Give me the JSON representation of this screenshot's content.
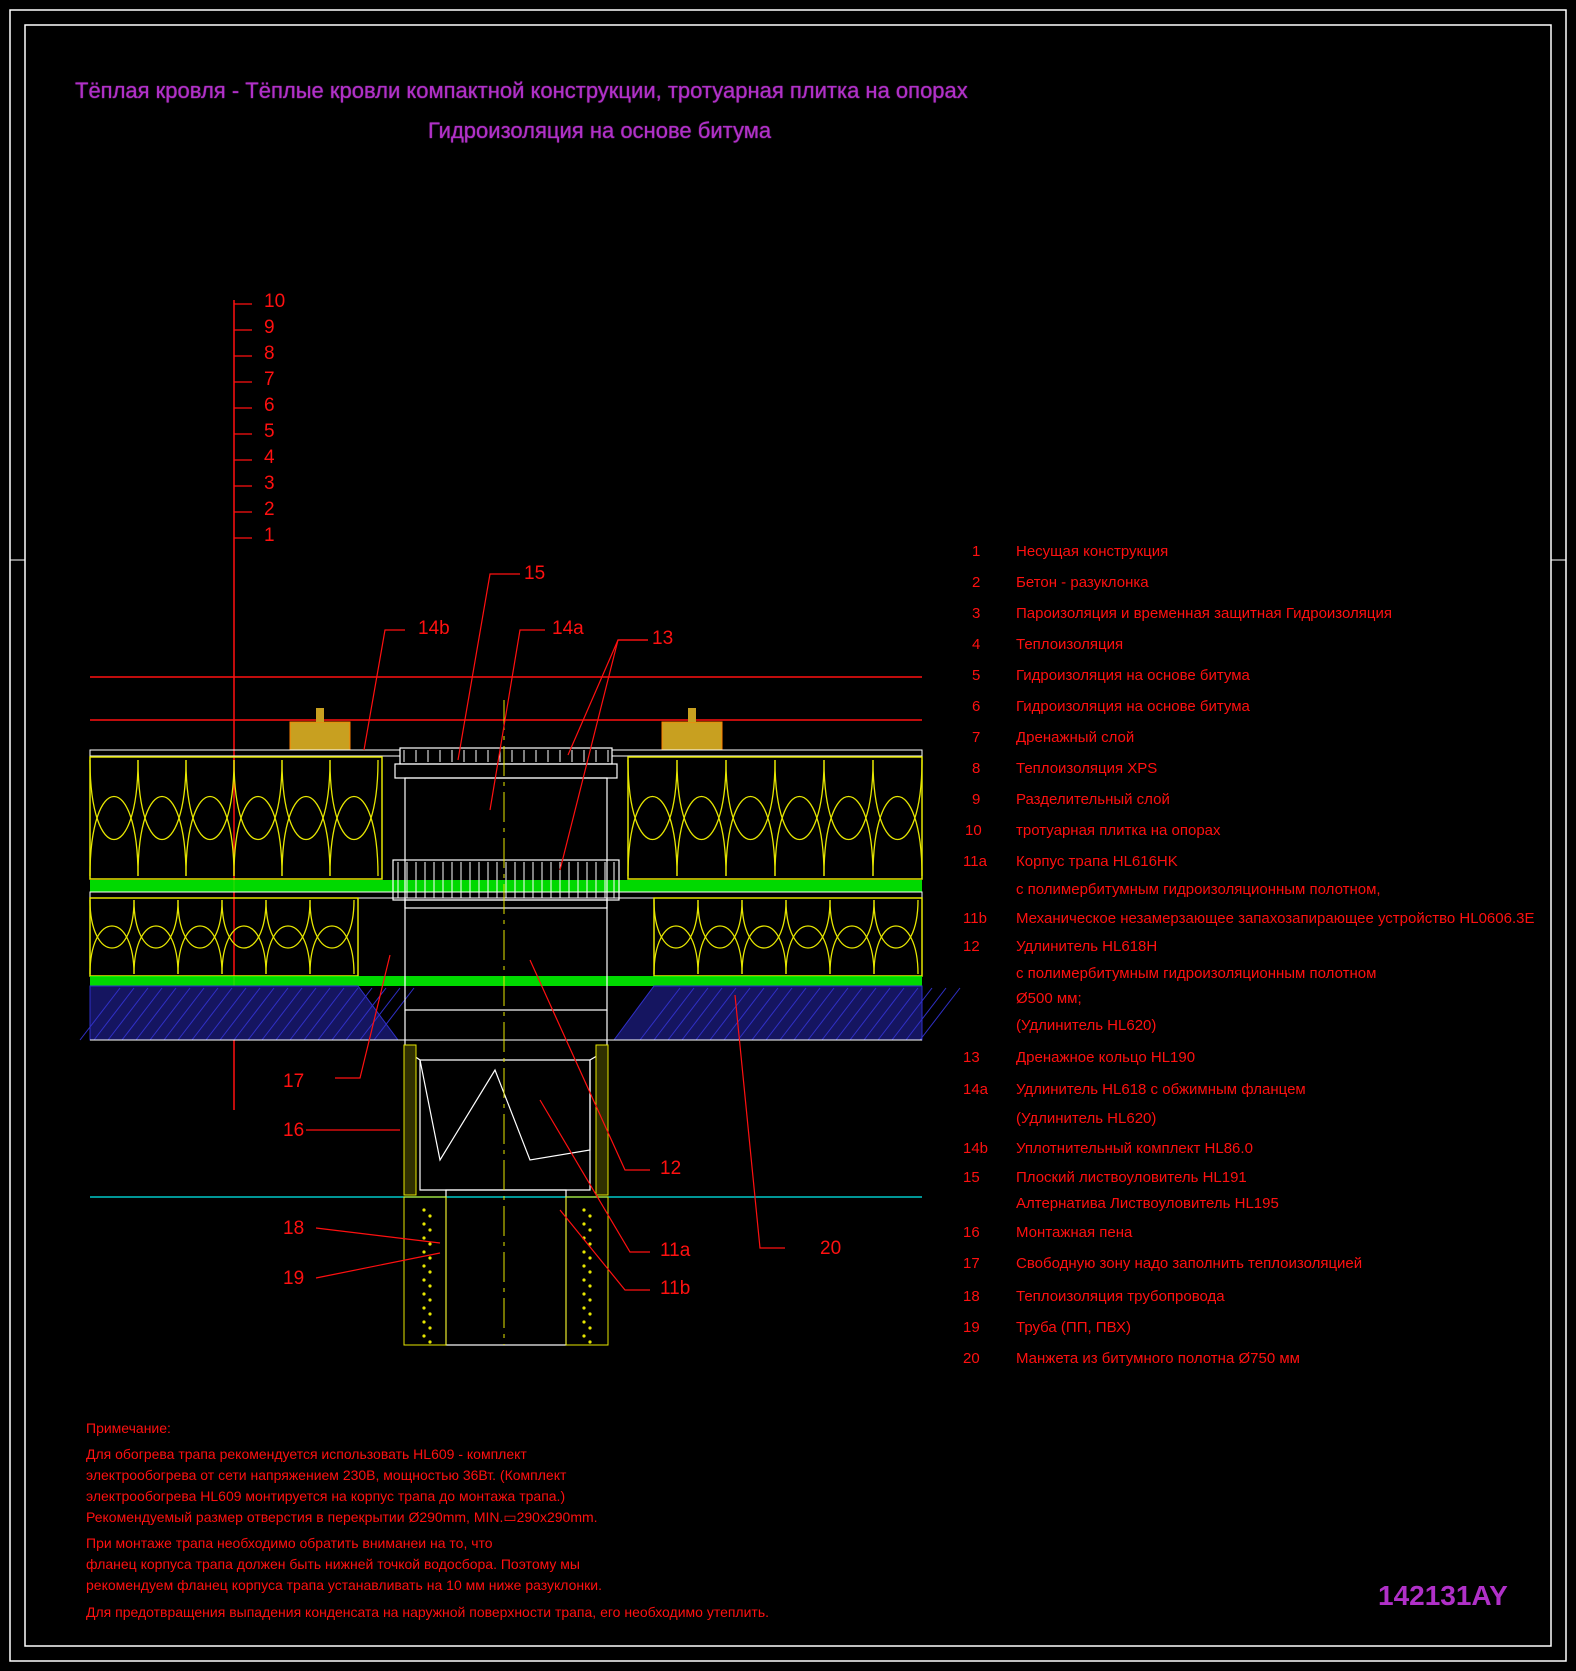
{
  "title": {
    "line1": "Тёплая кровля - Тёплые кровли компактной конструкции, тротуарная плитка на опорах",
    "line2": "Гидроизоляция на основе битума"
  },
  "layer_ticks": [
    "10",
    "9",
    "8",
    "7",
    "6",
    "5",
    "4",
    "3",
    "2",
    "1"
  ],
  "callouts": {
    "c15": "15",
    "c14b": "14b",
    "c14a": "14a",
    "c13": "13",
    "c17": "17",
    "c16": "16",
    "c12": "12",
    "c11a": "11a",
    "c11b": "11b",
    "c18": "18",
    "c19": "19",
    "c20": "20"
  },
  "legend": [
    {
      "num": "1",
      "text": "Несущая конструкция"
    },
    {
      "num": "2",
      "text": "Бетон - разуклонка"
    },
    {
      "num": "3",
      "text": "Пароизоляция и временная защитная Гидроизоляция"
    },
    {
      "num": "4",
      "text": "Теплоизоляция"
    },
    {
      "num": "5",
      "text": "Гидроизоляция на основе битума"
    },
    {
      "num": "6",
      "text": "Гидроизоляция на основе битума"
    },
    {
      "num": "7",
      "text": "Дренажный слой"
    },
    {
      "num": "8",
      "text": "Теплоизоляция XPS"
    },
    {
      "num": "9",
      "text": "Разделительный слой"
    },
    {
      "num": "10",
      "text": "тротуарная плитка на опорах"
    },
    {
      "num": "11a",
      "text": "Корпус трапа HL616HK"
    },
    {
      "num": "",
      "text": "с полимербитумным гидроизоляционным полотном,"
    },
    {
      "num": "11b",
      "text": "Механическое незамерзающее запахозапирающее устройство HL0606.3E"
    },
    {
      "num": "12",
      "text": "Удлинитель HL618H"
    },
    {
      "num": "",
      "text": " с полимербитумным гидроизоляционным полотном"
    },
    {
      "num": "",
      "text": "Ø500 мм;"
    },
    {
      "num": "",
      "text": "(Удлинитель HL620)"
    },
    {
      "num": "13",
      "text": "Дренажное кольцо HL190"
    },
    {
      "num": "14a",
      "text": "Удлинитель HL618 с обжимным фланцем"
    },
    {
      "num": "",
      "text": "(Удлинитель HL620)"
    },
    {
      "num": "14b",
      "text": "Уплотнительный комплект HL86.0"
    },
    {
      "num": "15",
      "text": "Плоский листвоуловитель HL191"
    },
    {
      "num": "",
      "text": "Алтернатива Листвоуловитель HL195"
    },
    {
      "num": "16",
      "text": "Монтажная пена"
    },
    {
      "num": "17",
      "text": "Свободную зону надо заполнить теплоизоляцией"
    },
    {
      "num": "18",
      "text": "Теплоизоляция трубопровода"
    },
    {
      "num": "19",
      "text": "Труба (ПП, ПВХ)"
    },
    {
      "num": "20",
      "text": "Манжета из битумного полотна Ø750 мм"
    }
  ],
  "notes": [
    "Примечание:",
    "Для обогрева трапа рекомендуется использовать HL609 - комплект",
    "электрообогрева от сети напряжением 230В, мощностью 36Вт. (Комплект",
    "электрообогрева HL609 монтируется на корпус трапа до монтажа трапа.)",
    "Рекомендуемый размер отверстия в перекрытии Ø290mm, MIN.▭290x290mm.",
    "При монтаже трапа необходимо обратить вниманеи на то, что",
    "фланец корпуса трапа должен быть нижней точкой водосбора. Поэтому мы",
    "рекомендуем фланец корпуса трапа устанавливать на 10 мм ниже разуклонки.",
    "Для предотвращения выпадения конденсата на наружной поверхности трапа, его необходимо утеплить."
  ],
  "drawing_code": "142131AY",
  "colors": {
    "background": "#000000",
    "frame": "#ffffff",
    "title": "#b030c8",
    "text": "#ff1010",
    "insulation": "#e6e600",
    "membrane": "#00ff00",
    "concrete": "#3030c8",
    "slab_line": "#00c8c8",
    "tile": "#c8a020"
  }
}
